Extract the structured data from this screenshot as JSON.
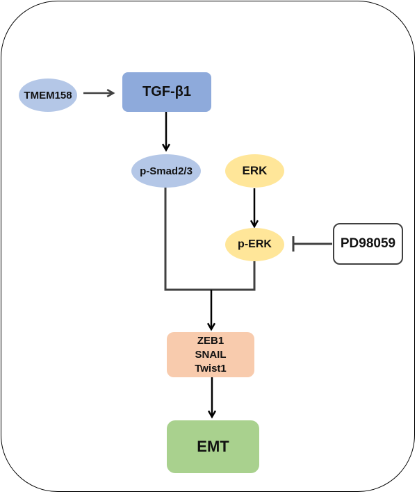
{
  "diagram": {
    "nodes": {
      "tmem158": {
        "label": "TMEM158",
        "shape": "ellipse",
        "color": "#b4c7e7"
      },
      "tgfb1": {
        "label": "TGF-β1",
        "shape": "rounded-rect",
        "color": "#8eaadb"
      },
      "psmad": {
        "label": "p-Smad2/3",
        "shape": "ellipse",
        "color": "#b4c7e7"
      },
      "erk": {
        "label": "ERK",
        "shape": "ellipse",
        "color": "#ffe699"
      },
      "perk": {
        "label": "p-ERK",
        "shape": "ellipse",
        "color": "#ffe699"
      },
      "pd98059": {
        "label": "PD98059",
        "shape": "rounded-rect",
        "color": "#ffffff"
      },
      "tfs": {
        "lines": [
          "ZEB1",
          "SNAIL",
          "Twist1"
        ],
        "shape": "rounded-rect",
        "color": "#f8cbad"
      },
      "emt": {
        "label": "EMT",
        "shape": "rounded-rect",
        "color": "#a9d18e"
      }
    },
    "edges": [
      {
        "from": "TMEM158",
        "to": "TGF-β1",
        "type": "activation"
      },
      {
        "from": "TGF-β1",
        "to": "p-Smad2/3",
        "type": "activation"
      },
      {
        "from": "ERK",
        "to": "p-ERK",
        "type": "activation"
      },
      {
        "from": "PD98059",
        "to": "p-ERK",
        "type": "inhibition"
      },
      {
        "from": "p-Smad2/3 + p-ERK",
        "to": "ZEB1/SNAIL/Twist1",
        "type": "activation"
      },
      {
        "from": "ZEB1/SNAIL/Twist1",
        "to": "EMT",
        "type": "activation"
      }
    ]
  }
}
